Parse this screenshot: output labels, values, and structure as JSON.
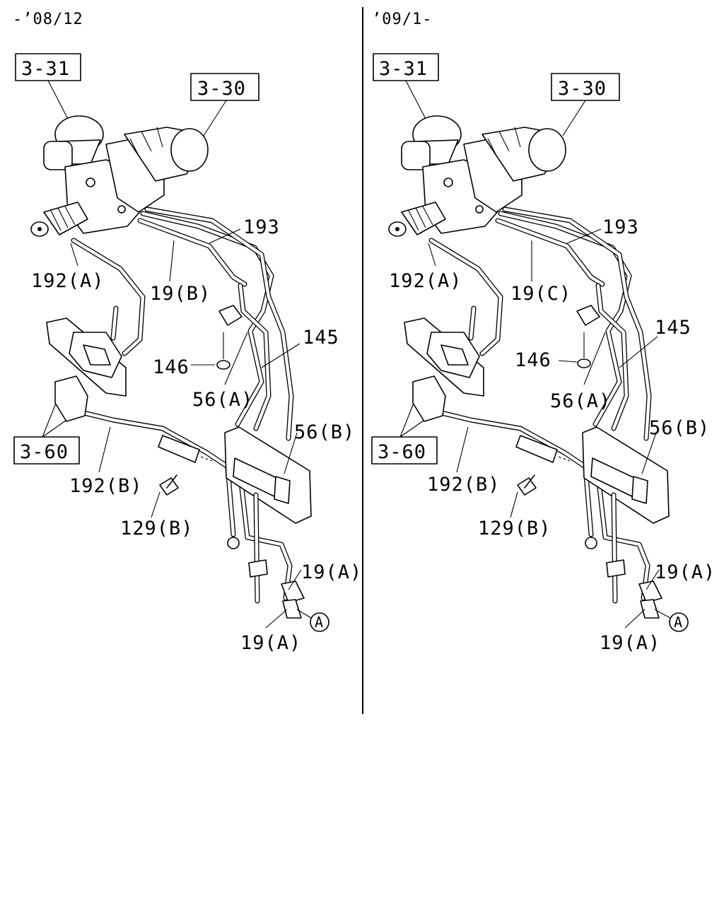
{
  "panels": [
    {
      "header": "-’08/12",
      "refs": {
        "r331": "3-31",
        "r330": "3-30",
        "r360": "3-60"
      },
      "labels": {
        "l193": "193",
        "l192a": "192(A)",
        "l19b": "19(B)",
        "l145": "145",
        "l146": "146",
        "l56a": "56(A)",
        "l56b": "56(B)",
        "l192b": "192(B)",
        "l129b": "129(B)",
        "l19a1": "19(A)",
        "l19a2": "19(A)",
        "circle": "A"
      }
    },
    {
      "header": "’09/1-",
      "refs": {
        "r331": "3-31",
        "r330": "3-30",
        "r360": "3-60"
      },
      "labels": {
        "l193": "193",
        "l192a": "192(A)",
        "l19b": "19(C)",
        "l145": "145",
        "l146": "146",
        "l56a": "56(A)",
        "l56b": "56(B)",
        "l192b": "192(B)",
        "l129b": "129(B)",
        "l19a1": "19(A)",
        "l19a2": "19(A)",
        "circle": "A"
      }
    }
  ]
}
